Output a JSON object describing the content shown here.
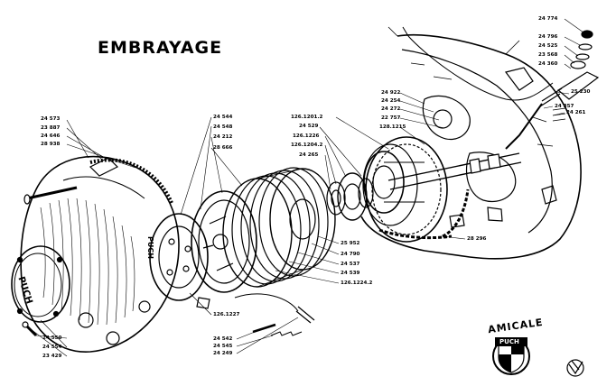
{
  "title": "EMBRAYAGE",
  "labels": {
    "tl_a": "24 573",
    "tl_b": "23 887",
    "tl_c": "24 646",
    "tl_d": "28 938",
    "mid_a": "24 544",
    "mid_b": "24 548",
    "mid_c": "24 212",
    "mid_d": "28 666",
    "hub_a": "126.1201.2",
    "hub_b": "24 529",
    "hub_c": "126.1226",
    "hub_d": "126.1204.2",
    "hub_e": "24 265",
    "case_a": "24 922",
    "case_b": "24 254",
    "case_c": "24 272",
    "case_d": "22 757",
    "case_e": "128.1215",
    "tr_a": "24 774",
    "tr_b": "24 796",
    "tr_c": "24 525",
    "tr_d": "23 568",
    "tr_e": "24 360",
    "r_a": "25 230",
    "r_b": "24 357",
    "r_c": "24 261",
    "chain": "28 296",
    "stk_a": "25 952",
    "stk_b": "24 790",
    "stk_c": "24 537",
    "stk_d": "24 539",
    "stk_e": "126.1224.2",
    "low_a": "126.1227",
    "low_b": "24 542",
    "low_c": "24 545",
    "low_d": "24 249",
    "bl_a": "24 550",
    "bl_b": "24 554",
    "bl_c": "23 429",
    "cover_text": "PUCH",
    "plate_text": "PUCH"
  },
  "logo": {
    "top_text": "AMICALE",
    "brand_text": "PUCH",
    "ring_color": "#000000"
  }
}
